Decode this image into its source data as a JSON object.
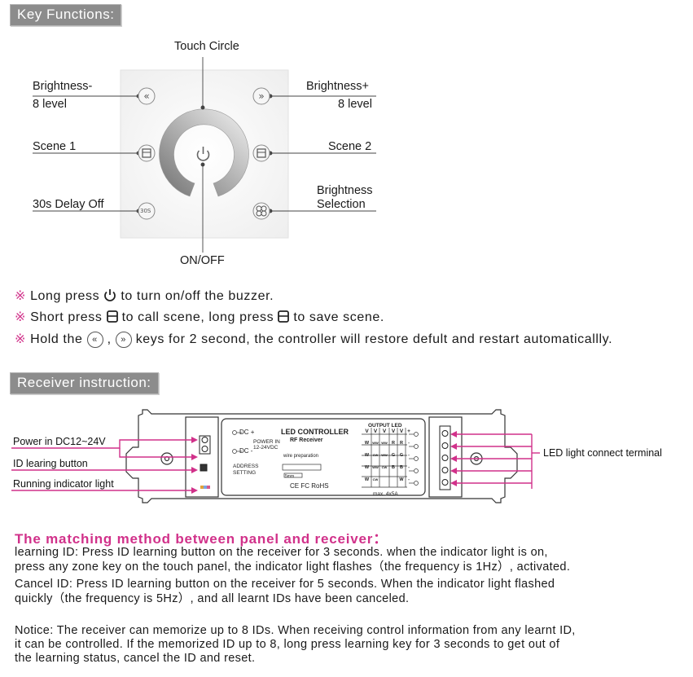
{
  "headers": {
    "key_functions": "Key Functions:",
    "receiver": "Receiver instruction:"
  },
  "panel_labels": {
    "touch_circle": "Touch Circle",
    "brightness_minus": "Brightness-",
    "brightness_minus_sub": "8 level",
    "brightness_plus": "Brightness+",
    "brightness_plus_sub": "8 level",
    "scene1": "Scene 1",
    "scene2": "Scene 2",
    "delay": "30s Delay Off",
    "brightness_sel_1": "Brightness",
    "brightness_sel_2": "Selection",
    "onoff": "ON/OFF",
    "key_30s": "30S"
  },
  "notes": {
    "mark": "※",
    "n1_a": "Long press",
    "n1_b": "to turn on/off the buzzer.",
    "n2_a": "Short press",
    "n2_b": "to call scene, long press",
    "n2_c": "to save scene.",
    "n3_a": "Hold the",
    "n3_comma": ",",
    "n3_b": "keys for 2 second, the controller will restore defult and restart automaticallly."
  },
  "receiver": {
    "left_labels": [
      "Power in DC12~24V",
      "ID learing button",
      "Running indicator light"
    ],
    "right_label": "LED light connect terminal",
    "dc_plus": "DC +",
    "dc_minus": "DC -",
    "power_in": "POWER IN",
    "power_v": "12-24VDC",
    "address": "ADDRESS",
    "setting": "SETTING",
    "title": "LED CONTROLLER",
    "subtitle": "RF Receiver",
    "wire_prep": "wire preparation",
    "wire_mm": "5mm",
    "ce": "CE FC RoHS",
    "output": "OUTPUT LED",
    "max": "max. 4x5A",
    "col_v": [
      "V",
      "V",
      "V",
      "V",
      "V",
      "+"
    ],
    "rows": [
      [
        "W",
        "WW",
        "WW",
        "R",
        "R",
        "-"
      ],
      [
        "W",
        "CW",
        "WW",
        "G",
        "G",
        "-"
      ],
      [
        "W",
        "WW",
        "CW",
        "B",
        "B",
        "-"
      ],
      [
        "W",
        "CW",
        "",
        "",
        "W",
        "-"
      ]
    ]
  },
  "matching": {
    "title": "The matching method between panel and receiver",
    "title_colon": "：",
    "lines": [
      "learning ID: Press ID learning button on the receiver for 3 seconds. when the indicator light is on,",
      "press any zone key on the touch panel, the indicator light flashes（the frequency is 1Hz）, activated.",
      "Cancel ID: Press ID learning button on the receiver for 5 seconds. When the indicator light flashed",
      "quickly（the frequency is 5Hz）, and all learnt IDs have been canceled."
    ],
    "notice": [
      "Notice: The receiver can memorize up to 8 IDs. When receiving control information from any learnt ID,",
      "it can be controlled. If the memorized ID up to 8, long press learning key for 3 seconds to get out of",
      "the learning status, cancel the ID and reset."
    ]
  },
  "colors": {
    "accent": "#d1318a",
    "header_bg": "#8c8c8c"
  }
}
